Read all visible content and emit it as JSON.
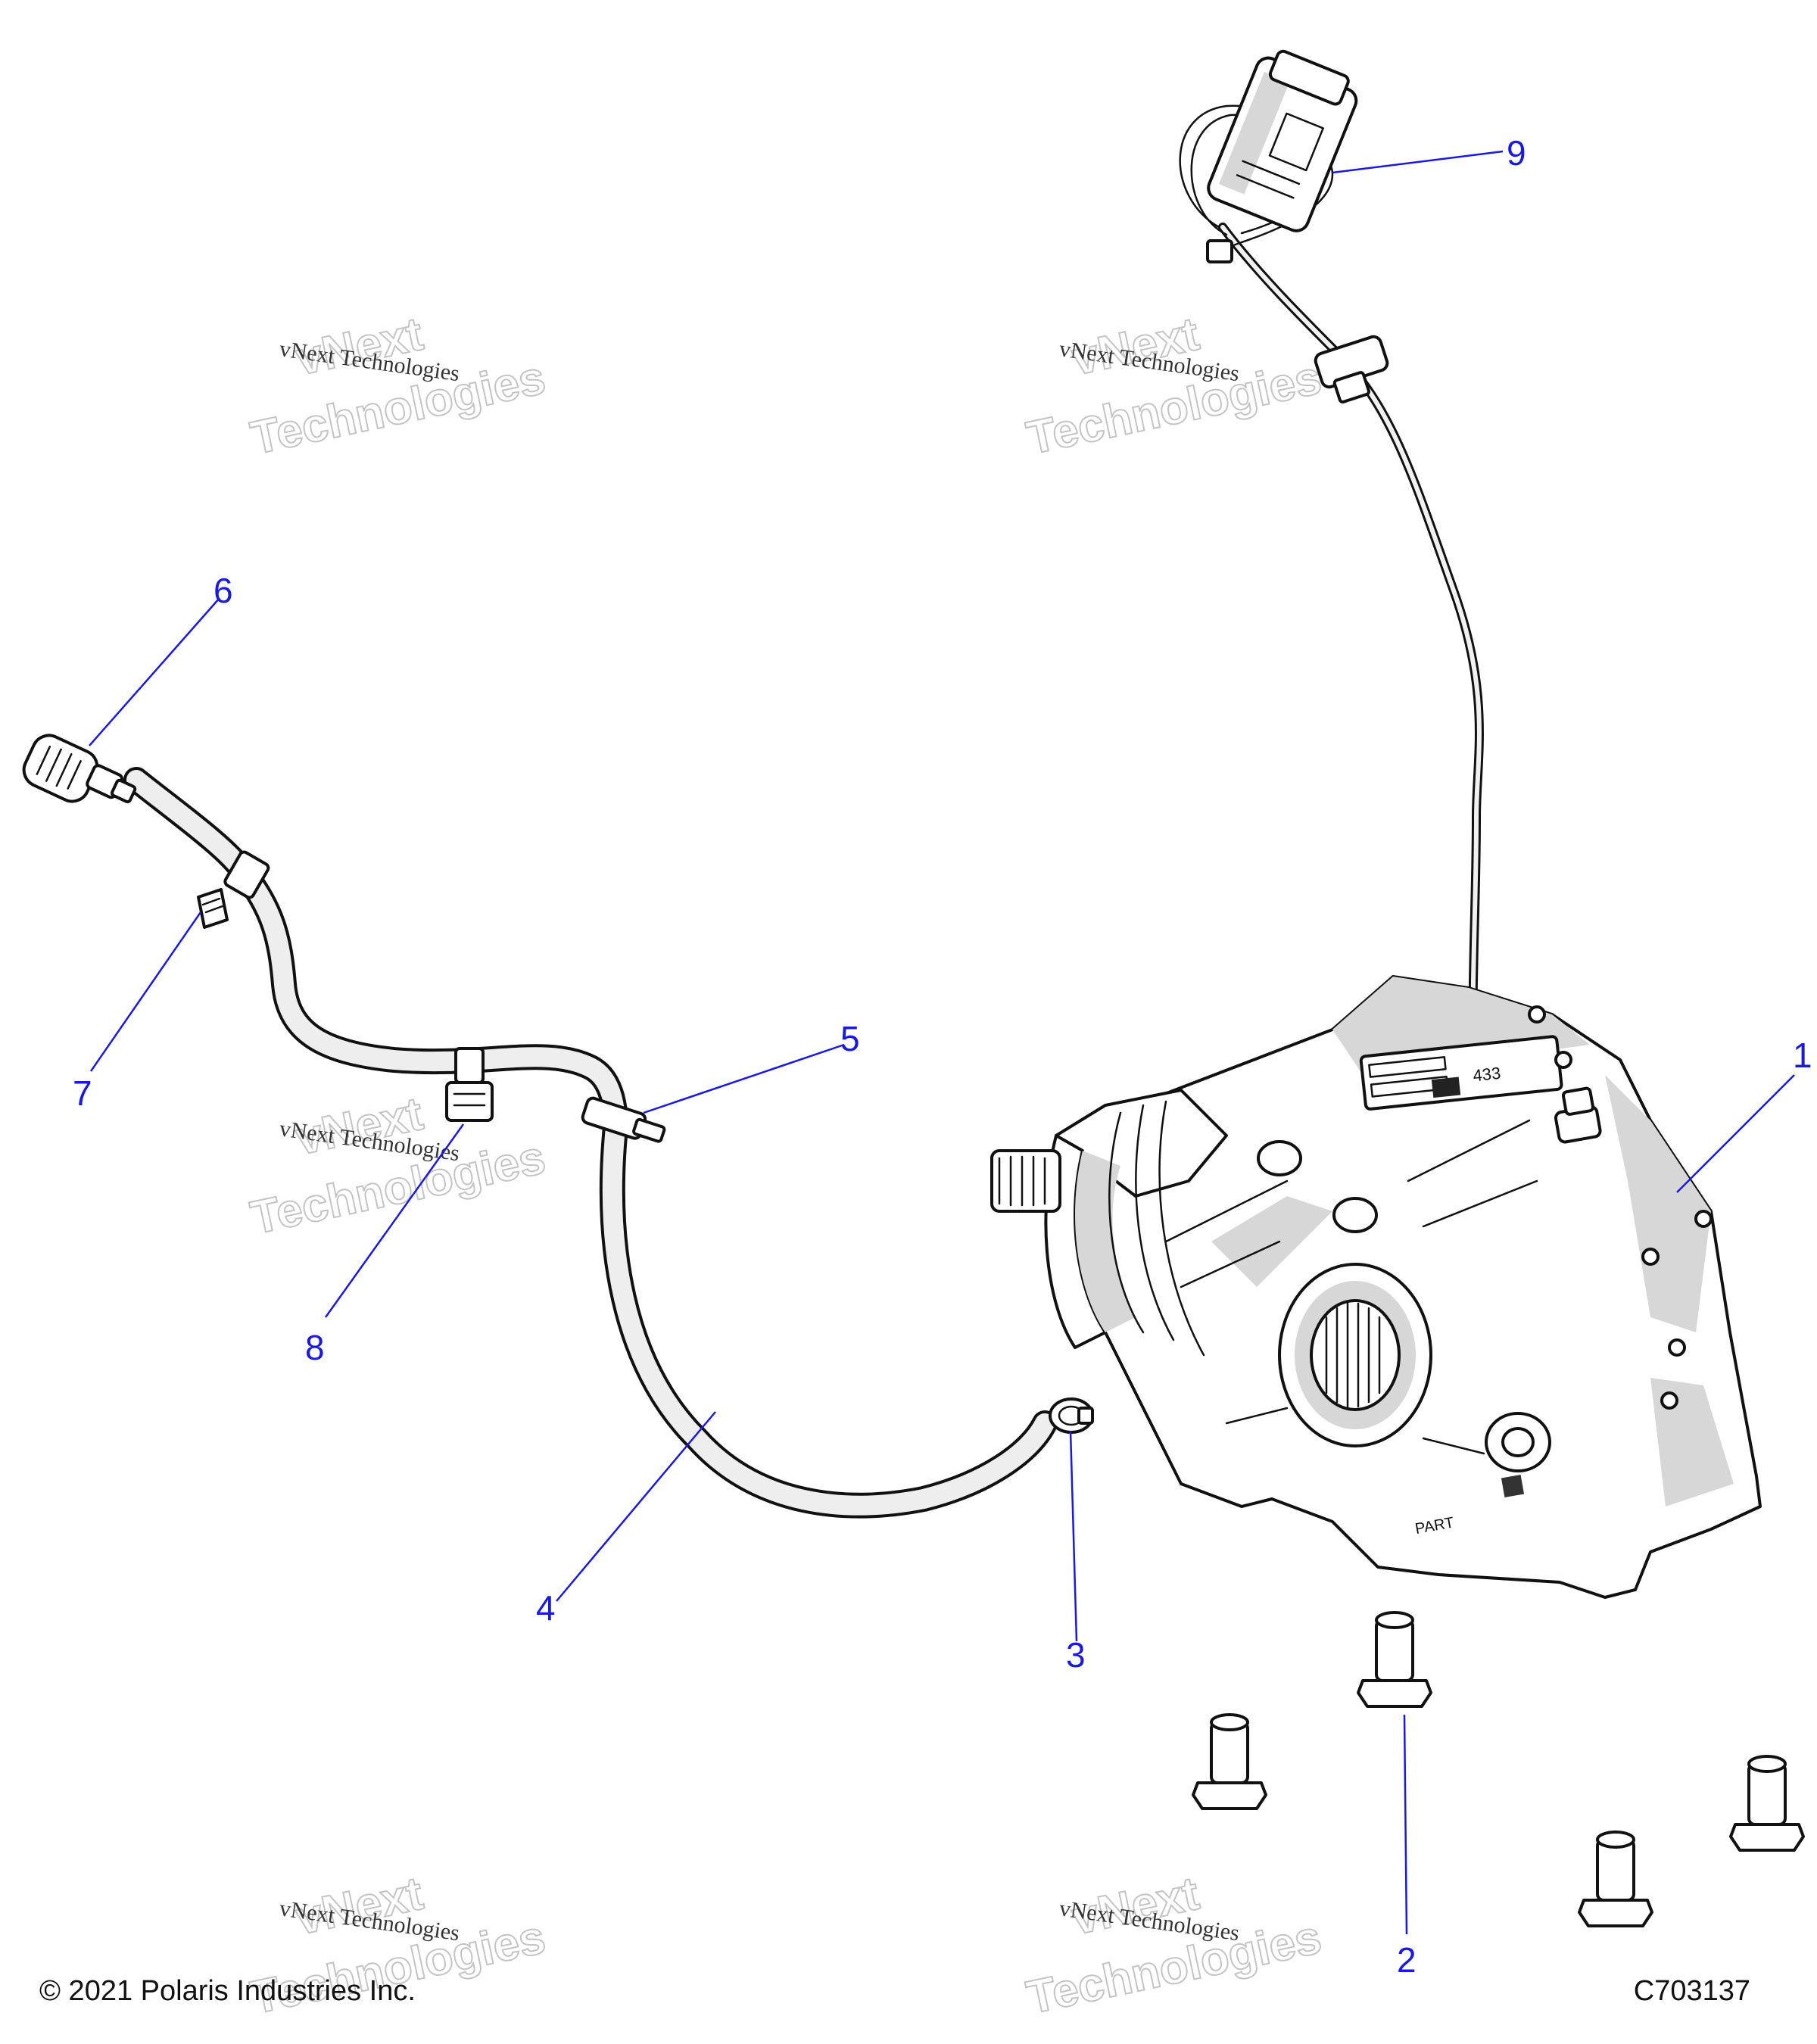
{
  "diagram": {
    "callouts": [
      {
        "id": "1",
        "label": "1"
      },
      {
        "id": "2",
        "label": "2"
      },
      {
        "id": "3",
        "label": "3"
      },
      {
        "id": "4",
        "label": "4"
      },
      {
        "id": "5",
        "label": "5"
      },
      {
        "id": "6",
        "label": "6"
      },
      {
        "id": "7",
        "label": "7"
      },
      {
        "id": "8",
        "label": "8"
      },
      {
        "id": "9",
        "label": "9"
      }
    ],
    "watermark": {
      "line_big_1": "vNext",
      "line_big_2": "Technologies",
      "line_small": "vNext Technologies"
    },
    "housing_marks": {
      "top_label": "433",
      "bottom_label": "PART"
    }
  },
  "footer": {
    "copyright": "© 2021 Polaris Industries Inc.",
    "drawing_number": "C703137"
  },
  "colors": {
    "callout": "#1a1adc",
    "line_art": "#111111",
    "shade": "#d7d7d7"
  }
}
